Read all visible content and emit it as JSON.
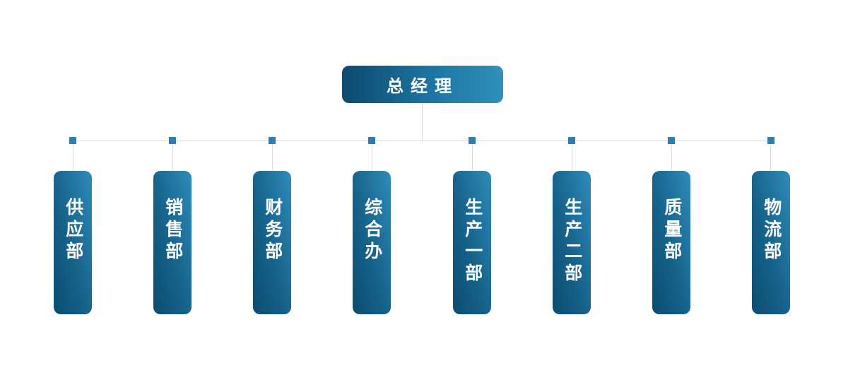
{
  "diagram": {
    "type": "org-chart",
    "root": {
      "label": "总经理"
    },
    "departments": [
      {
        "label": "供应部"
      },
      {
        "label": "销售部"
      },
      {
        "label": "财务部"
      },
      {
        "label": "综合办"
      },
      {
        "label": "生产一部"
      },
      {
        "label": "生产二部"
      },
      {
        "label": "质量部"
      },
      {
        "label": "物流部"
      }
    ],
    "colors": {
      "root_gradient_start": "#0b4a6e",
      "root_gradient_end": "#3090bd",
      "node_gradient_start": "#0b4c70",
      "node_gradient_end": "#2e8cba",
      "junction_square": "#2d7fb2",
      "connector_line": "#dcdcdc",
      "text": "#ffffff",
      "background": "#ffffff"
    }
  }
}
